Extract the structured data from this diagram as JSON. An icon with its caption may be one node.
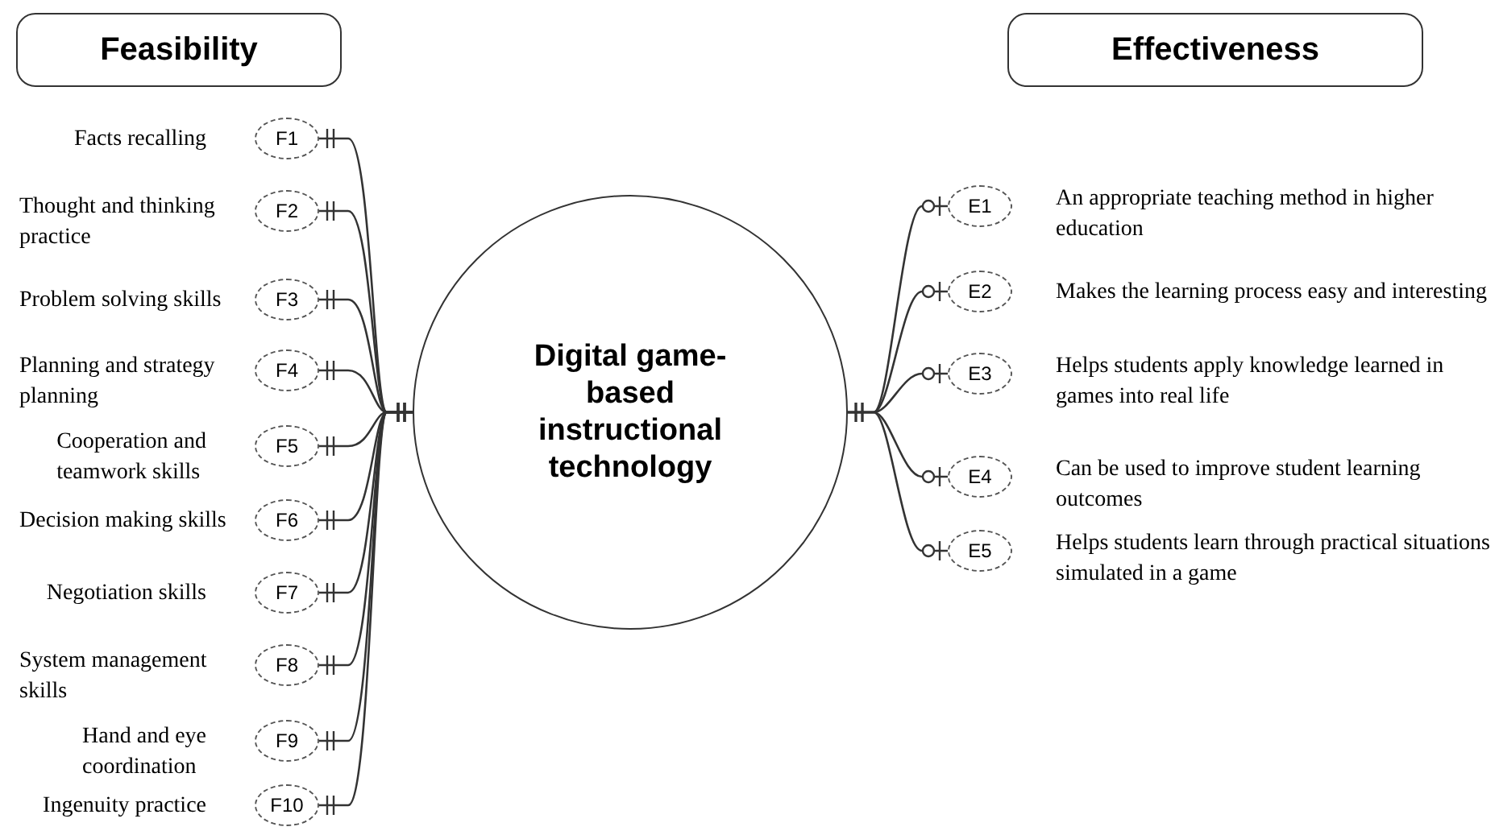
{
  "diagram": {
    "nodes": [
      {
        "text": [
          "Feasibility"
        ]
      },
      {
        "text": [
          "Effectiveness"
        ]
      },
      {
        "text": [
          "Digital game-based instructional technology"
        ]
      },
      {
        "text": [
          "F1"
        ],
        "beside": [
          "Facts recalling"
        ]
      },
      {
        "text": [
          "F2"
        ],
        "beside": [
          "Thought and thinking practice"
        ]
      },
      {
        "text": [
          "F3"
        ],
        "beside": [
          "Problem solving skills"
        ]
      },
      {
        "text": [
          "F4"
        ],
        "beside": [
          "Planning and strategy planning"
        ]
      },
      {
        "text": [
          "F5"
        ],
        "beside": [
          "Cooperation and teamwork skills"
        ]
      },
      {
        "text": [
          "F6"
        ],
        "beside": [
          "Decision making skills"
        ]
      },
      {
        "text": [
          "F7"
        ],
        "beside": [
          "Negotiation skills"
        ]
      },
      {
        "text": [
          "F8"
        ],
        "beside": [
          "System management skills"
        ]
      },
      {
        "text": [
          "F9"
        ],
        "beside": [
          "Hand and eye coordination"
        ]
      },
      {
        "text": [
          "F10"
        ],
        "beside": [
          "Ingenuity practice"
        ]
      },
      {
        "text": [
          "E1"
        ],
        "beside": [
          "An appropriate teaching method in higher education"
        ]
      },
      {
        "text": [
          "E2"
        ],
        "beside": [
          "Makes the learning process easy and interesting"
        ]
      },
      {
        "text": [
          "E3"
        ],
        "beside": [
          "Helps students apply knowledge learned in games into real life"
        ]
      },
      {
        "text": [
          "E4"
        ],
        "beside": [
          "Can be used to improve student learning outcomes"
        ]
      },
      {
        "text": [
          "E5"
        ],
        "beside": [
          "Helps students learn through practical situations simulated in a game"
        ]
      }
    ],
    "edges": [
      {
        "from": 3,
        "to": 2,
        "arrow": "other"
      },
      {
        "from": 4,
        "to": 2,
        "arrow": "other"
      },
      {
        "from": 5,
        "to": 2,
        "arrow": "other"
      },
      {
        "from": 6,
        "to": 2,
        "arrow": "other"
      },
      {
        "from": 7,
        "to": 2,
        "arrow": "other"
      },
      {
        "from": 8,
        "to": 2,
        "arrow": "other"
      },
      {
        "from": 9,
        "to": 2,
        "arrow": "other"
      },
      {
        "from": 10,
        "to": 2,
        "arrow": "other"
      },
      {
        "from": 11,
        "to": 2,
        "arrow": "other"
      },
      {
        "from": 12,
        "to": 2,
        "arrow": "other"
      },
      {
        "from": 2,
        "to": 13,
        "arrow": "other"
      },
      {
        "from": 2,
        "to": 14,
        "arrow": "other"
      },
      {
        "from": 2,
        "to": 15,
        "arrow": "other"
      },
      {
        "from": 2,
        "to": 16,
        "arrow": "other"
      },
      {
        "from": 2,
        "to": 17,
        "arrow": "other"
      }
    ]
  }
}
